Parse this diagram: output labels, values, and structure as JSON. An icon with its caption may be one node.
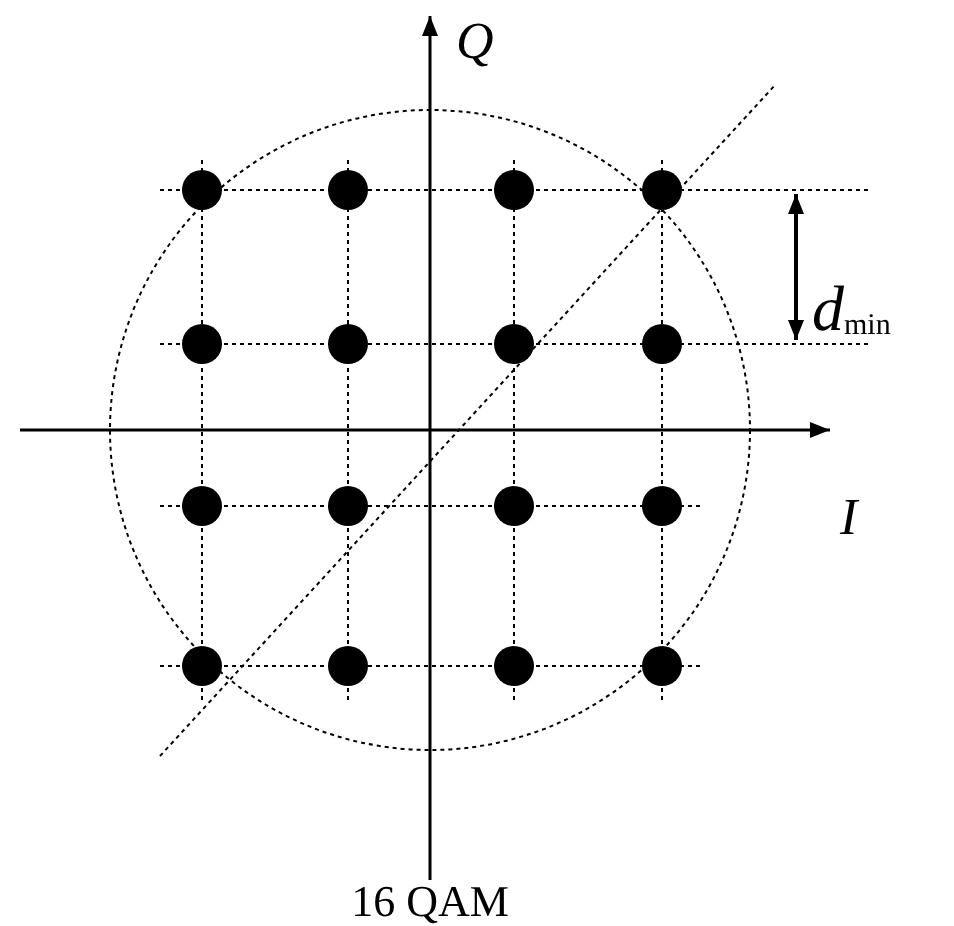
{
  "diagram": {
    "caption": "16 QAM",
    "labels": [
      "Q",
      "d$_{min}$",
      "I"
    ]
  }
}
